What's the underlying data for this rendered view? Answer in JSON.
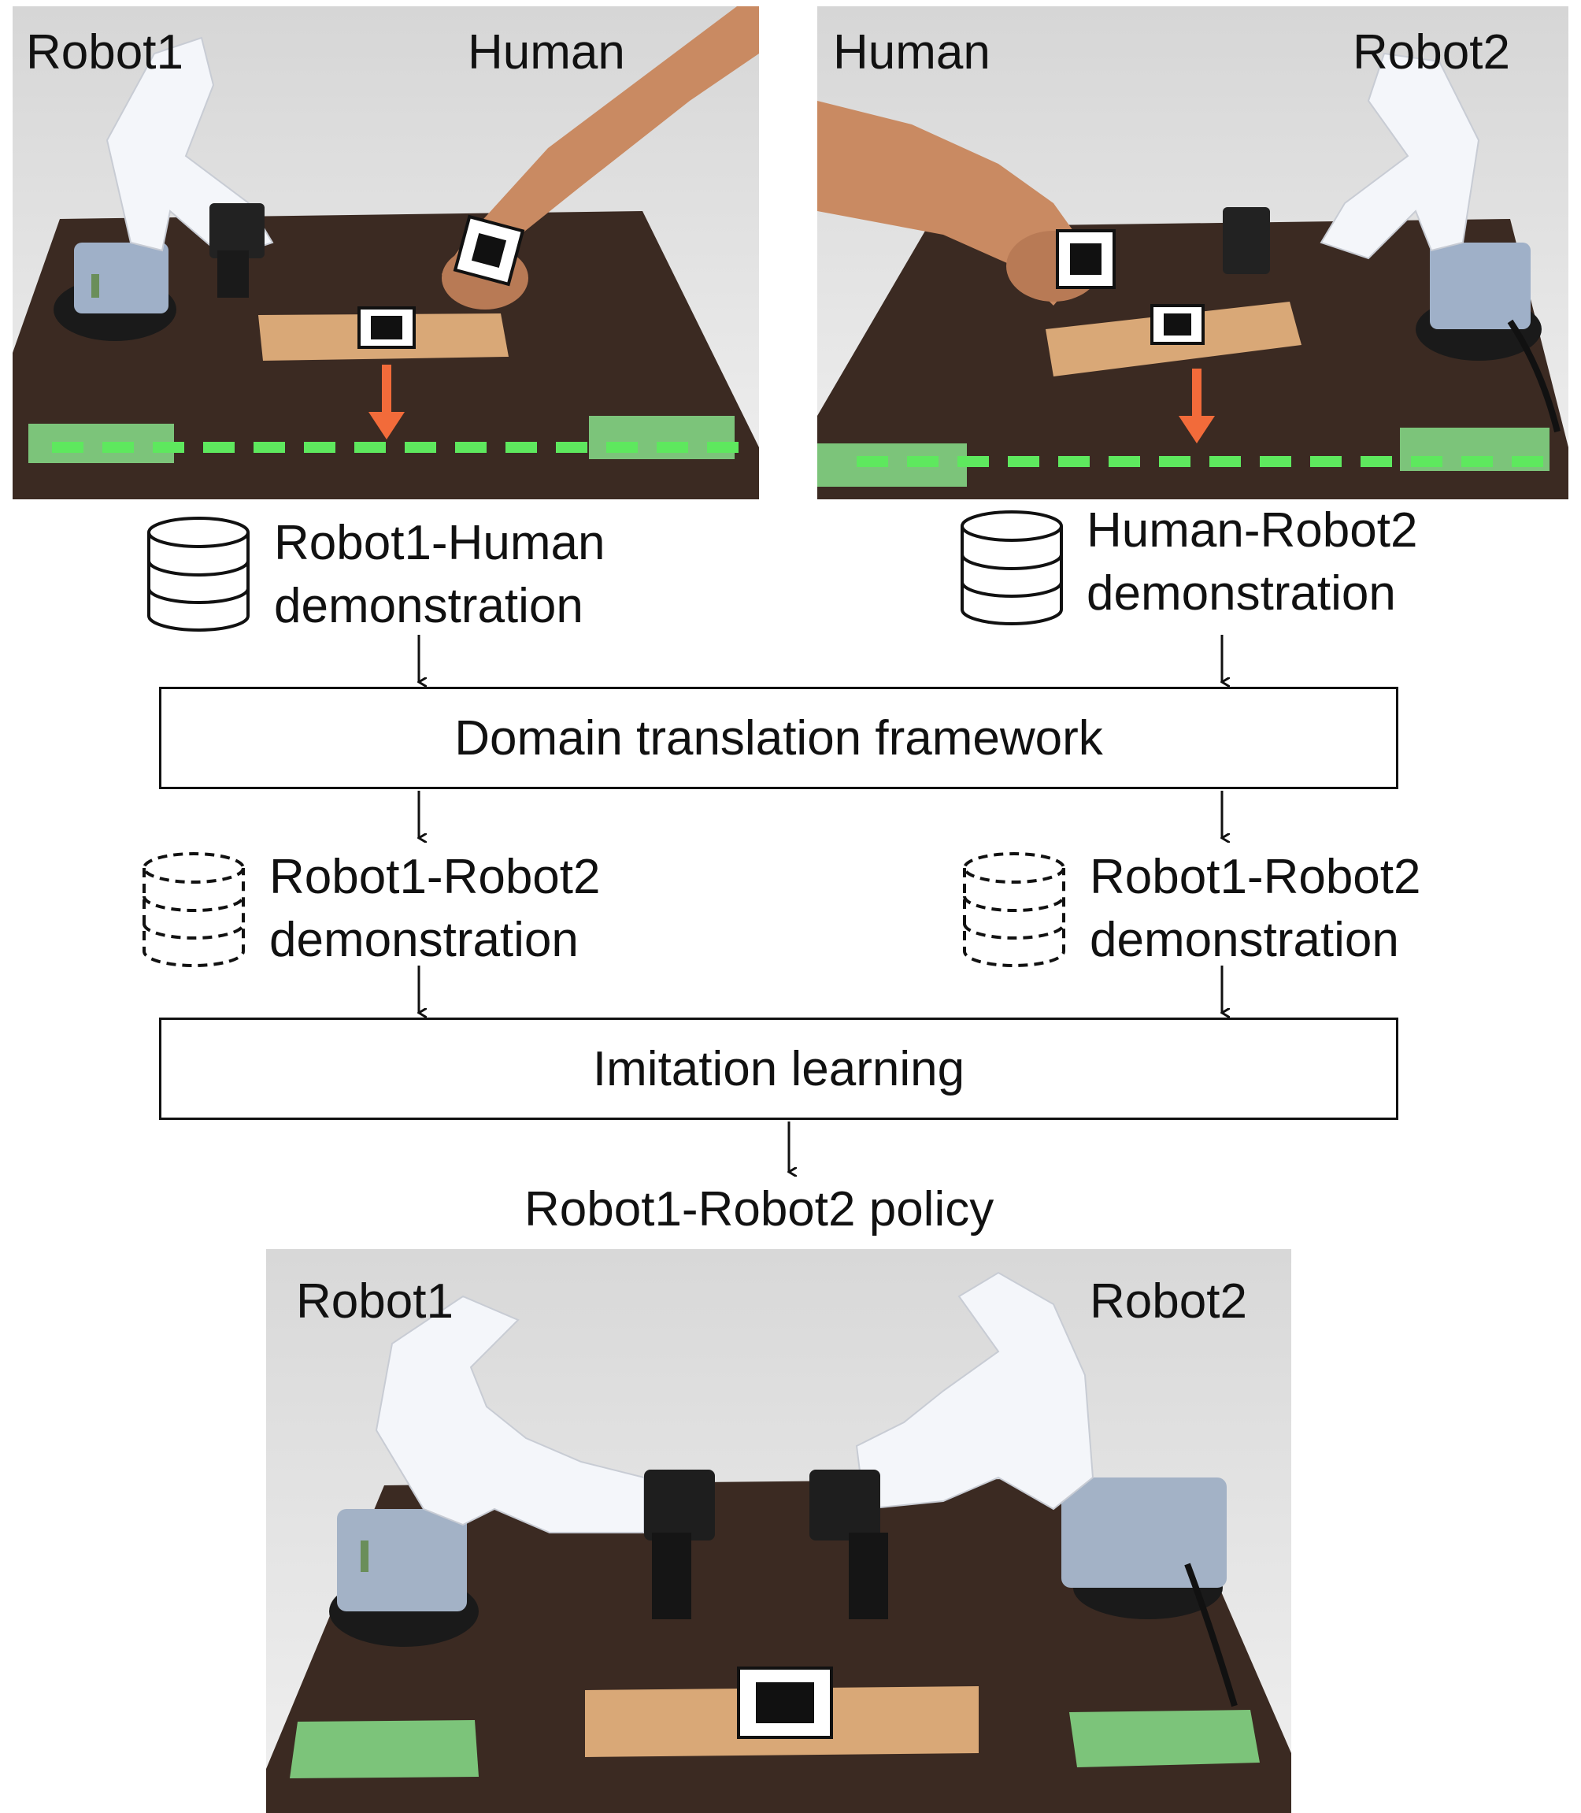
{
  "panels": {
    "top_left": {
      "left_label": "Robot1",
      "right_label": "Human"
    },
    "top_right": {
      "left_label": "Human",
      "right_label": "Robot2"
    },
    "bottom": {
      "left_label": "Robot1",
      "right_label": "Robot2"
    }
  },
  "datasets": {
    "robot1_human": {
      "line1": "Robot1-Human",
      "line2": "demonstration"
    },
    "human_robot2": {
      "line1": "Human-Robot2",
      "line2": "demonstration"
    },
    "translated_left": {
      "line1": "Robot1-Robot2",
      "line2": "demonstration"
    },
    "translated_right": {
      "line1": "Robot1-Robot2",
      "line2": "demonstration"
    }
  },
  "boxes": {
    "domain_translation": "Domain translation framework",
    "imitation_learning": "Imitation learning"
  },
  "output": {
    "policy_label": "Robot1-Robot2 policy"
  },
  "colors": {
    "arrow_orange": "#f26b3a",
    "dashed_green": "#5ee85e",
    "table_brown": "#3b2a22",
    "wood": "#d9a877",
    "green_tape": "#7cc47a"
  }
}
